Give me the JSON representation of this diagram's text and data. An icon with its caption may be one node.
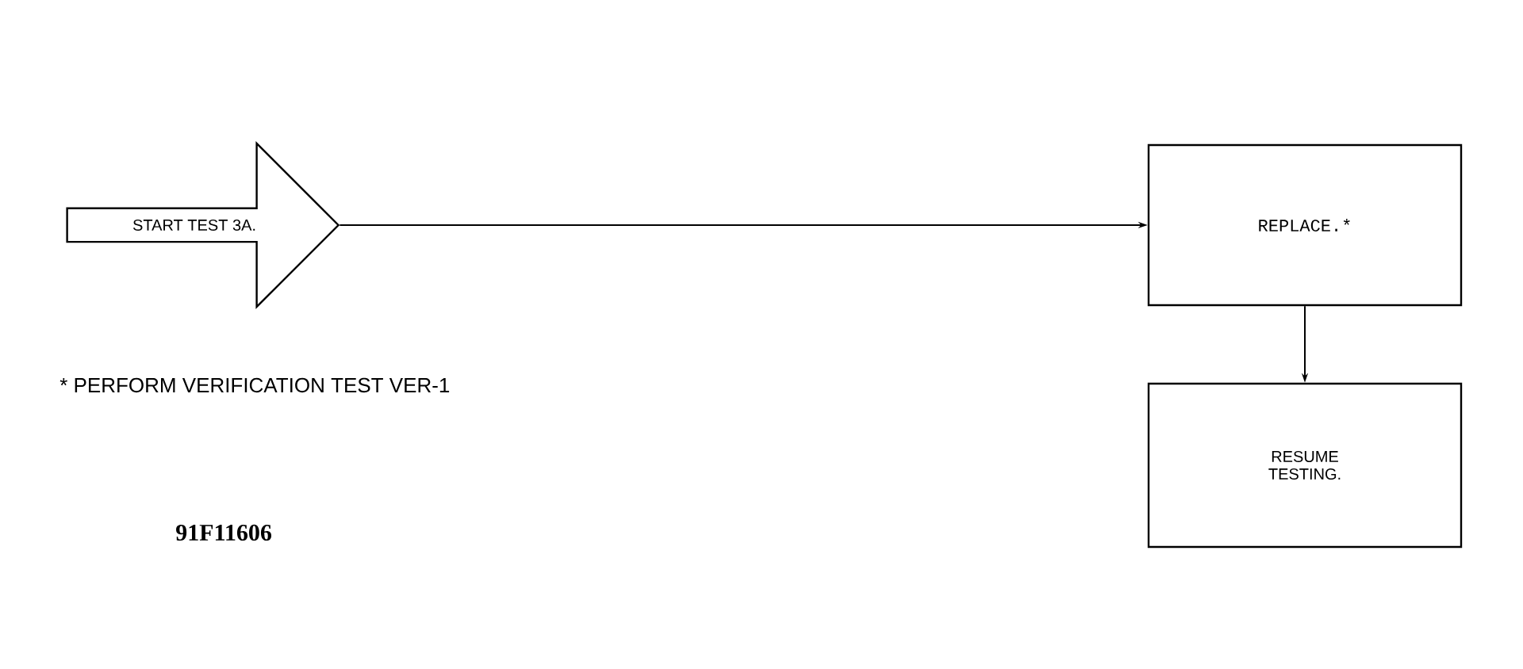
{
  "diagram": {
    "nodes": [
      {
        "text": [
          "START TEST 3A."
        ]
      },
      {
        "text": [
          "REPLACE.*"
        ]
      },
      {
        "text": [
          "RESUME TESTING."
        ]
      }
    ],
    "edges": [
      {
        "from": 0,
        "to": 1,
        "arrow": "to"
      },
      {
        "from": 1,
        "to": 2,
        "arrow": "to"
      }
    ],
    "labels": [
      "* PERFORM VERIFICATION TEST VER-1",
      "91F11606"
    ]
  }
}
